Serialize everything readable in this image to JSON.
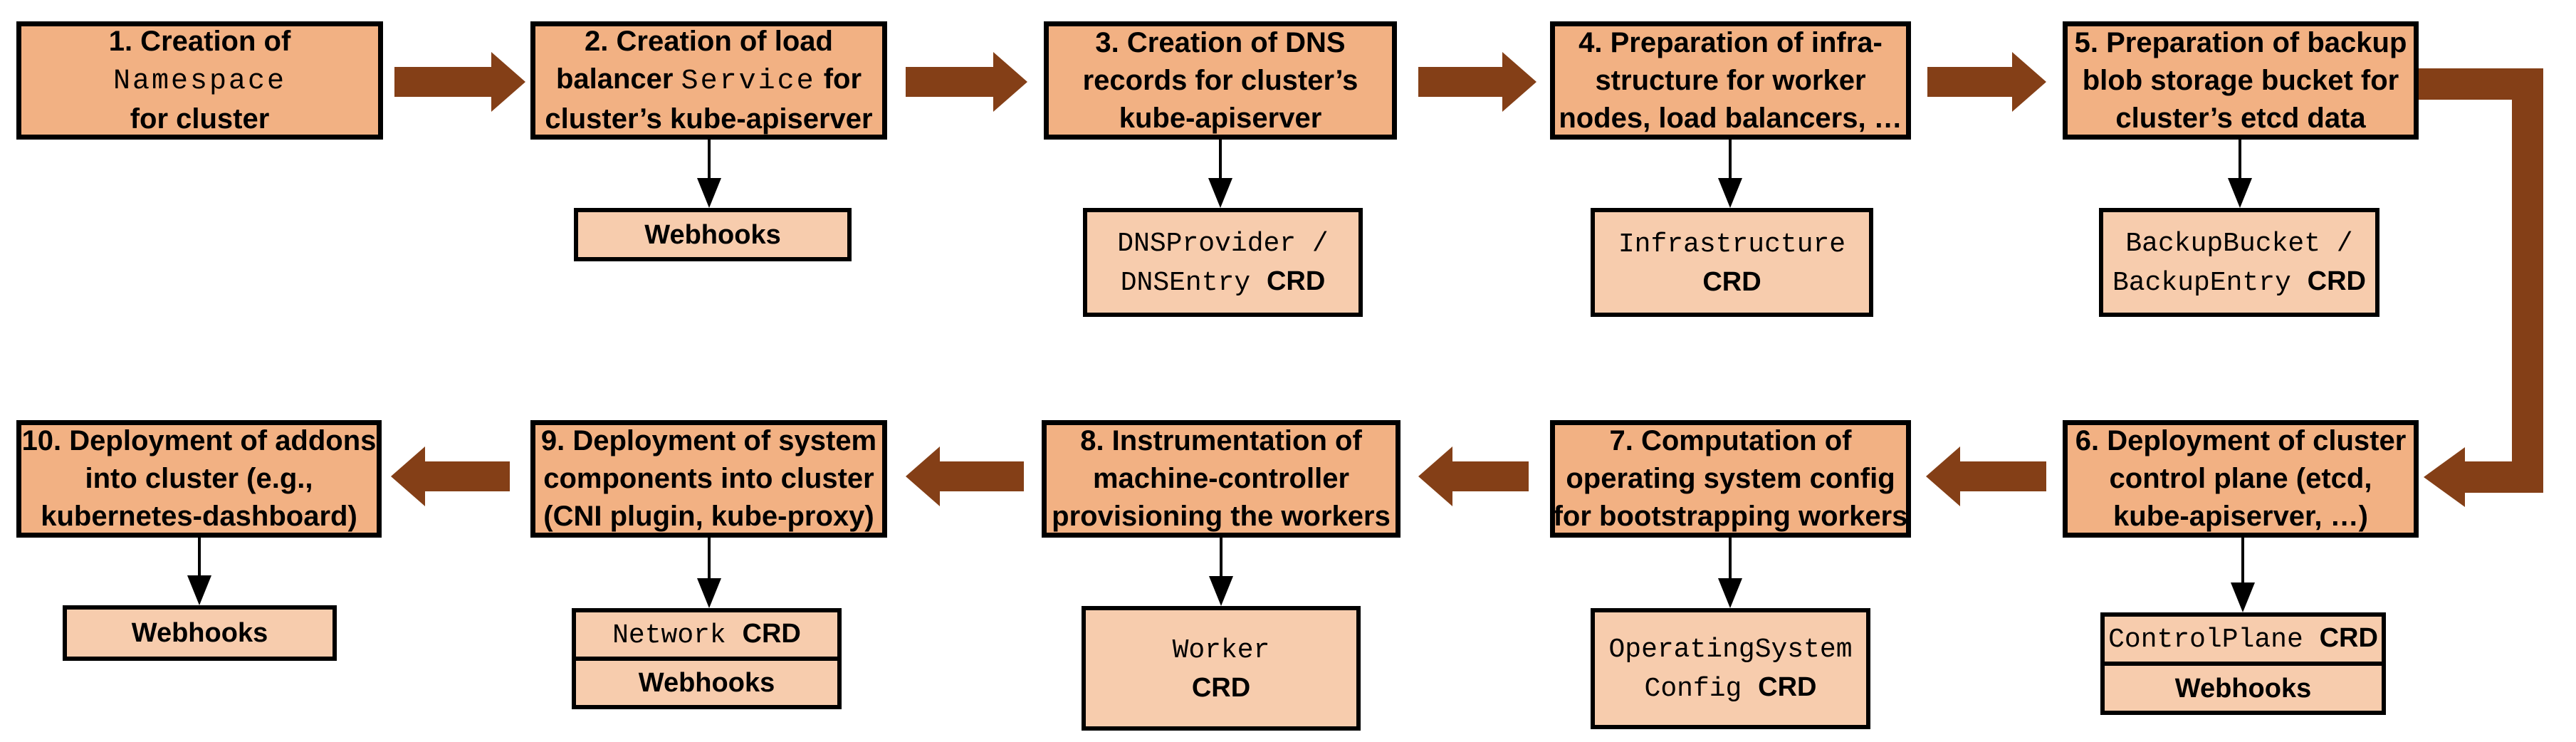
{
  "palette": {
    "background": "#FFFFFF",
    "box_fill": "#F2B183",
    "sub_box_fill": "#F7CCAD",
    "border": "#000000",
    "arrow": "#843F17",
    "text": "#000000"
  },
  "steps": [
    {
      "id": "1",
      "lines": [
        [
          {
            "t": "1. Creation of",
            "f": "sans"
          }
        ],
        [
          {
            "t": "Namespace",
            "f": "mono"
          }
        ],
        [
          {
            "t": "for cluster",
            "f": "sans"
          }
        ]
      ],
      "subs": []
    },
    {
      "id": "2",
      "lines": [
        [
          {
            "t": "2. Creation of load",
            "f": "sans"
          }
        ],
        [
          {
            "t": "balancer ",
            "f": "sans"
          },
          {
            "t": "Service",
            "f": "mono"
          },
          {
            "t": " for",
            "f": "sans"
          }
        ],
        [
          {
            "t": "cluster’s kube-apiserver",
            "f": "sans"
          }
        ]
      ],
      "subs": [
        {
          "label": "Webhooks",
          "lines": [
            [
              {
                "t": "Webhooks",
                "f": "crd"
              }
            ]
          ]
        }
      ]
    },
    {
      "id": "3",
      "lines": [
        [
          {
            "t": "3. Creation of DNS",
            "f": "sans"
          }
        ],
        [
          {
            "t": "records for cluster’s",
            "f": "sans"
          }
        ],
        [
          {
            "t": "kube-apiserver",
            "f": "sans"
          }
        ]
      ],
      "subs": [
        {
          "label": "DNSProvider / DNSEntry CRD",
          "lines": [
            [
              {
                "t": "DNSProvider /",
                "f": "mono"
              }
            ],
            [
              {
                "t": "DNSEntry ",
                "f": "mono"
              },
              {
                "t": "CRD",
                "f": "crd"
              }
            ]
          ]
        }
      ]
    },
    {
      "id": "4",
      "lines": [
        [
          {
            "t": "4. Preparation of infra-",
            "f": "sans"
          }
        ],
        [
          {
            "t": "structure for worker",
            "f": "sans"
          }
        ],
        [
          {
            "t": "nodes, load balancers, …",
            "f": "sans"
          }
        ]
      ],
      "subs": [
        {
          "label": "Infrastructure CRD",
          "lines": [
            [
              {
                "t": "Infrastructure",
                "f": "mono"
              }
            ],
            [
              {
                "t": "CRD",
                "f": "crd"
              }
            ]
          ]
        }
      ]
    },
    {
      "id": "5",
      "lines": [
        [
          {
            "t": "5. Preparation of backup",
            "f": "sans"
          }
        ],
        [
          {
            "t": "blob storage bucket for",
            "f": "sans"
          }
        ],
        [
          {
            "t": "cluster’s etcd data",
            "f": "sans"
          }
        ]
      ],
      "subs": [
        {
          "label": "BackupBucket / BackupEntry CRD",
          "lines": [
            [
              {
                "t": "BackupBucket /",
                "f": "mono"
              }
            ],
            [
              {
                "t": "BackupEntry ",
                "f": "mono"
              },
              {
                "t": "CRD",
                "f": "crd"
              }
            ]
          ]
        }
      ]
    },
    {
      "id": "6",
      "lines": [
        [
          {
            "t": "6. Deployment of cluster",
            "f": "sans"
          }
        ],
        [
          {
            "t": "control plane (etcd,",
            "f": "sans"
          }
        ],
        [
          {
            "t": "kube-apiserver, …)",
            "f": "sans"
          }
        ]
      ],
      "subs": [
        {
          "label": "ControlPlane CRD",
          "lines": [
            [
              {
                "t": "ControlPlane ",
                "f": "mono"
              },
              {
                "t": "CRD",
                "f": "crd"
              }
            ]
          ]
        },
        {
          "label": "Webhooks",
          "lines": [
            [
              {
                "t": "Webhooks",
                "f": "crd"
              }
            ]
          ]
        }
      ]
    },
    {
      "id": "7",
      "lines": [
        [
          {
            "t": "7. Computation of",
            "f": "sans"
          }
        ],
        [
          {
            "t": "operating system config",
            "f": "sans"
          }
        ],
        [
          {
            "t": "for bootstrapping workers",
            "f": "sans"
          }
        ]
      ],
      "subs": [
        {
          "label": "OperatingSystemConfig CRD",
          "lines": [
            [
              {
                "t": "OperatingSystem",
                "f": "mono"
              }
            ],
            [
              {
                "t": "Config ",
                "f": "mono"
              },
              {
                "t": "CRD",
                "f": "crd"
              }
            ]
          ]
        }
      ]
    },
    {
      "id": "8",
      "lines": [
        [
          {
            "t": "8. Instrumentation of",
            "f": "sans"
          }
        ],
        [
          {
            "t": "machine-controller",
            "f": "sans"
          }
        ],
        [
          {
            "t": "provisioning the workers",
            "f": "sans"
          }
        ]
      ],
      "subs": [
        {
          "label": "Worker CRD",
          "lines": [
            [
              {
                "t": "Worker",
                "f": "mono"
              }
            ],
            [
              {
                "t": "CRD",
                "f": "crd"
              }
            ]
          ]
        }
      ]
    },
    {
      "id": "9",
      "lines": [
        [
          {
            "t": "9. Deployment of system",
            "f": "sans"
          }
        ],
        [
          {
            "t": "components into cluster",
            "f": "sans"
          }
        ],
        [
          {
            "t": "(CNI plugin, kube-proxy)",
            "f": "sans"
          }
        ]
      ],
      "subs": [
        {
          "label": "Network CRD",
          "lines": [
            [
              {
                "t": "Network ",
                "f": "mono"
              },
              {
                "t": "CRD",
                "f": "crd"
              }
            ]
          ]
        },
        {
          "label": "Webhooks",
          "lines": [
            [
              {
                "t": "Webhooks",
                "f": "crd"
              }
            ]
          ]
        }
      ]
    },
    {
      "id": "10",
      "lines": [
        [
          {
            "t": "10. Deployment of addons",
            "f": "sans"
          }
        ],
        [
          {
            "t": "into cluster (e.g.,",
            "f": "sans"
          }
        ],
        [
          {
            "t": "kubernetes-dashboard)",
            "f": "sans"
          }
        ]
      ],
      "subs": [
        {
          "label": "Webhooks",
          "lines": [
            [
              {
                "t": "Webhooks",
                "f": "crd"
              }
            ]
          ]
        }
      ]
    }
  ]
}
